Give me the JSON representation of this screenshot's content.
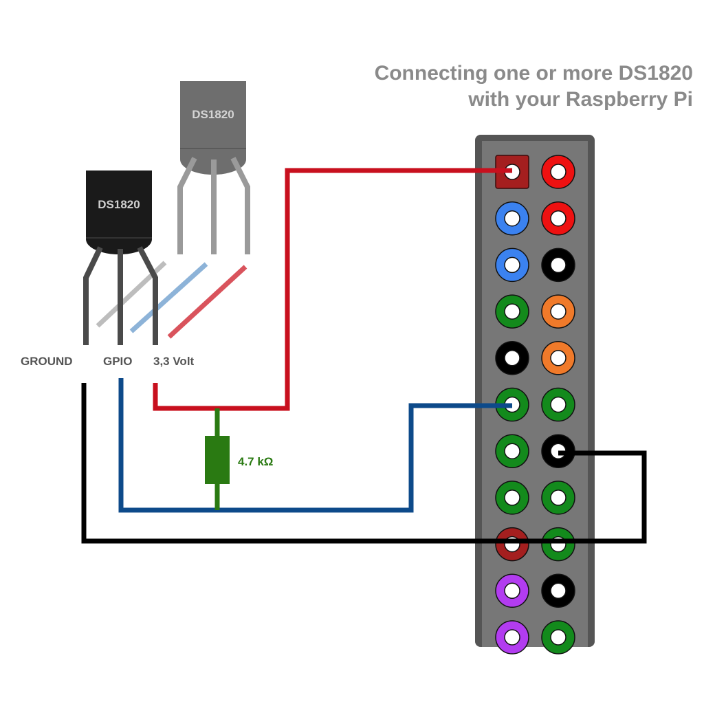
{
  "title": {
    "line1": "Connecting one or more DS1820",
    "line2": "with your Raspberry Pi"
  },
  "sensors": [
    {
      "label": "DS1820",
      "style": "black"
    },
    {
      "label": "DS1820",
      "style": "gray"
    }
  ],
  "pin_labels": {
    "ground": "GROUND",
    "gpio": "GPIO",
    "power": "3,3 Volt"
  },
  "resistor": {
    "value": "4.7 kΩ"
  },
  "colors": {
    "power_wire": "#c8101e",
    "data_wire": "#0d4a8a",
    "ground_wire": "#000000",
    "resistor": "#2a7a12",
    "header_body": "#6e6e6e"
  },
  "gpio_header": {
    "rows": [
      [
        "square-darkred",
        "red"
      ],
      [
        "blue",
        "red"
      ],
      [
        "blue",
        "black"
      ],
      [
        "green",
        "orange"
      ],
      [
        "black",
        "orange"
      ],
      [
        "green",
        "green"
      ],
      [
        "green",
        "black"
      ],
      [
        "green",
        "green"
      ],
      [
        "darkred",
        "green"
      ],
      [
        "purple",
        "black"
      ],
      [
        "purple",
        "green"
      ]
    ]
  }
}
